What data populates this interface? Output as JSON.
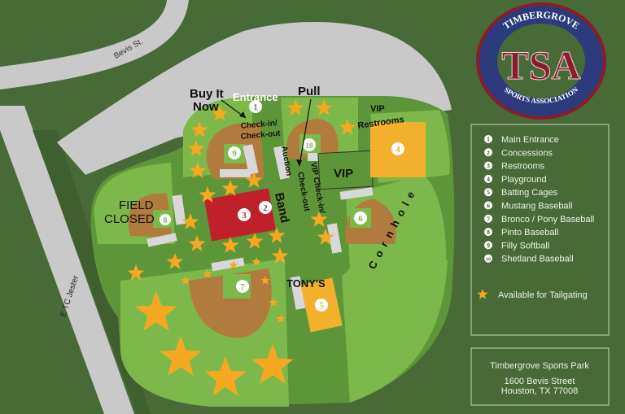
{
  "colors": {
    "background": "#486a36",
    "road": "#c9c9c9",
    "grass_light": "#7db84a",
    "grass_mid": "#5c9639",
    "infield": "#b07b3c",
    "tailgating_star": "#f7a823",
    "restrooms": "#c0202a",
    "playground": "#f2b02c",
    "logo_blue": "#2c3b7c",
    "logo_red": "#8c1c2a"
  },
  "logo": {
    "top": "TIMBERGROVE",
    "letters": "TSA",
    "bottom": "SPORTS ASSOCIATION"
  },
  "streets": {
    "bevis": "Bevis St.",
    "jester": "E TC Jester"
  },
  "map_labels": {
    "buy_it_now_1": "Buy It",
    "buy_it_now_2": "Now",
    "entrance": "Entrance",
    "check_in_1": "Check-in/",
    "check_in_2": "Check-out",
    "auction": "Auction",
    "pull": "Pull",
    "vip_restrooms_1": "VIP",
    "vip_restrooms_2": "Restrooms",
    "vip": "VIP",
    "vip_check_1": "VIP Check-in/",
    "vip_check_2": "Check-out",
    "band": "Band",
    "field_closed_1": "FIELD",
    "field_closed_2": "CLOSED",
    "tonys": "TONY'S",
    "cornhole": "Cornhole"
  },
  "markers": [
    "1",
    "2",
    "3",
    "4",
    "5",
    "6",
    "7",
    "8",
    "9",
    "10"
  ],
  "legend": {
    "items": [
      {
        "num": "1",
        "label": "Main Entrance"
      },
      {
        "num": "2",
        "label": "Concessions"
      },
      {
        "num": "3",
        "label": "Restrooms"
      },
      {
        "num": "4",
        "label": "Playground"
      },
      {
        "num": "5",
        "label": "Batting Cages"
      },
      {
        "num": "6",
        "label": "Mustang Baseball"
      },
      {
        "num": "7",
        "label": "Bronco / Pony Baseball"
      },
      {
        "num": "8",
        "label": "Pinto Baseball"
      },
      {
        "num": "9",
        "label": "Filly Softball"
      },
      {
        "num": "10",
        "label": "Shetland Baseball"
      }
    ],
    "tailgating": "Available for Tailgating"
  },
  "address": {
    "name": "Timbergrove Sports Park",
    "street": "1600 Bevis Street",
    "city": "Houston, TX 77008"
  }
}
